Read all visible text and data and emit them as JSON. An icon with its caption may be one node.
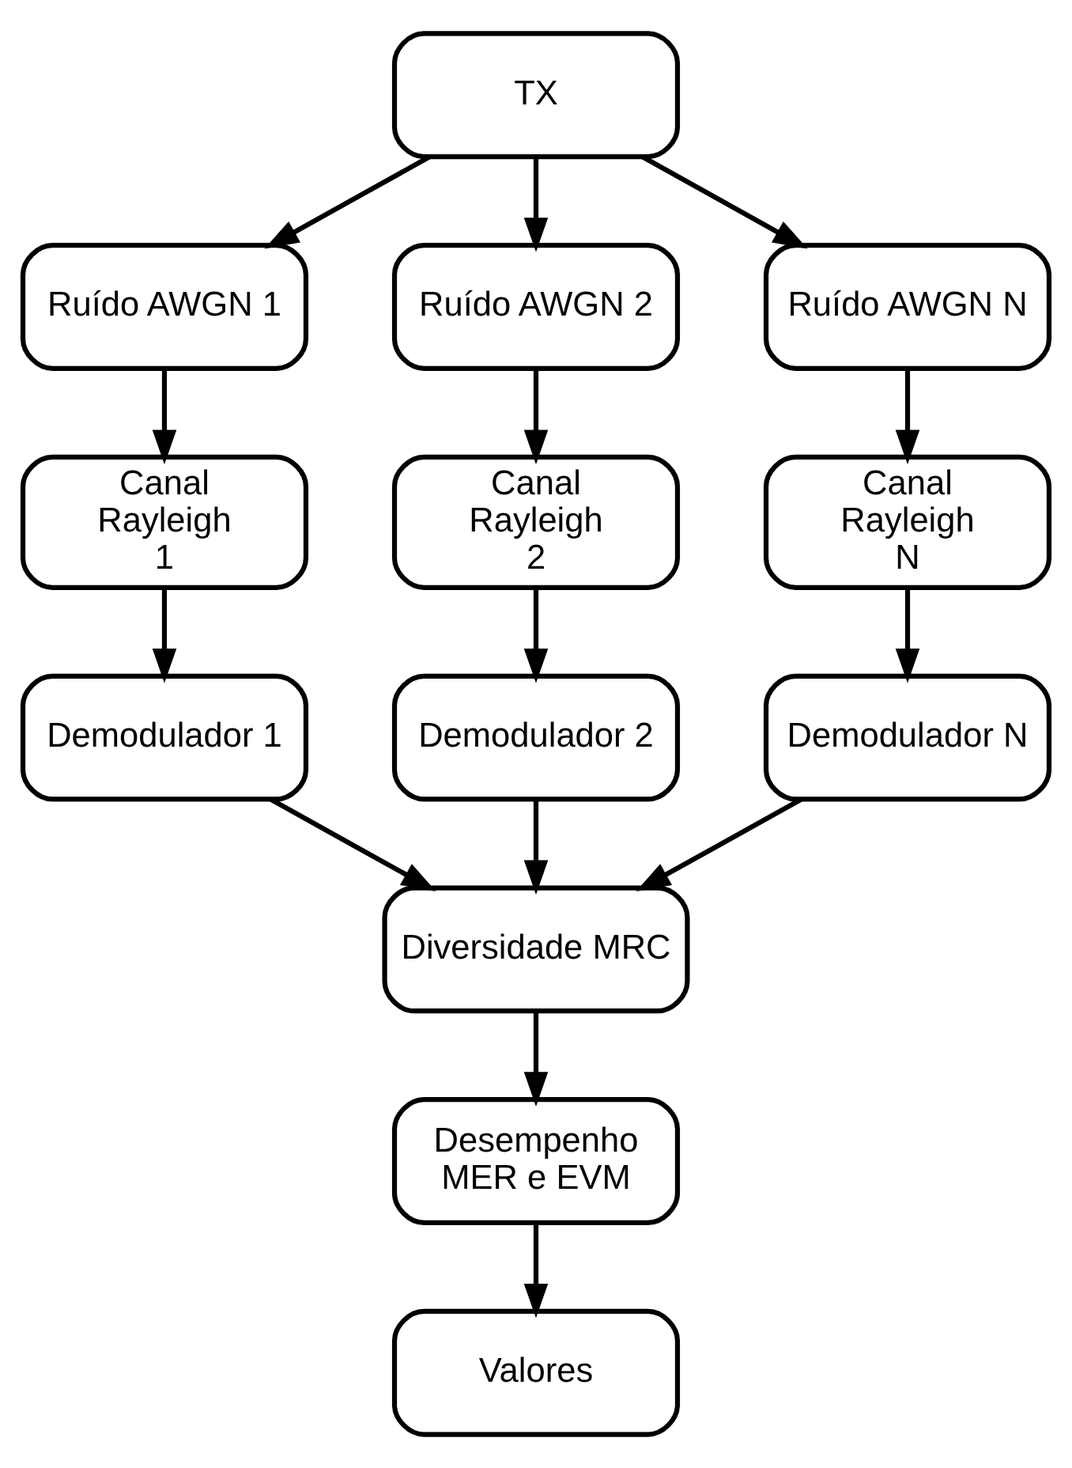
{
  "diagram": {
    "nodes": [
      {
        "text": [
          "TX"
        ]
      },
      {
        "text": [
          "Ruído AWGN 1"
        ]
      },
      {
        "text": [
          "Ruído AWGN 2"
        ]
      },
      {
        "text": [
          "Ruído AWGN N"
        ]
      },
      {
        "text": [
          "Canal Rayleigh 1"
        ]
      },
      {
        "text": [
          "Canal Rayleigh 2"
        ]
      },
      {
        "text": [
          "Canal Rayleigh N"
        ]
      },
      {
        "text": [
          "Demodulador 1"
        ]
      },
      {
        "text": [
          "Demodulador 2"
        ]
      },
      {
        "text": [
          "Demodulador N"
        ]
      },
      {
        "text": [
          "Diversidade MRC"
        ]
      },
      {
        "text": [
          "Desempenho MER e EVM"
        ]
      },
      {
        "text": [
          "Valores"
        ]
      }
    ],
    "edges": [
      {
        "from": 0,
        "to": 1,
        "arrow": "to"
      },
      {
        "from": 0,
        "to": 2,
        "arrow": "to"
      },
      {
        "from": 0,
        "to": 3,
        "arrow": "to"
      },
      {
        "from": 1,
        "to": 4,
        "arrow": "to"
      },
      {
        "from": 2,
        "to": 5,
        "arrow": "to"
      },
      {
        "from": 3,
        "to": 6,
        "arrow": "to"
      },
      {
        "from": 4,
        "to": 7,
        "arrow": "to"
      },
      {
        "from": 5,
        "to": 8,
        "arrow": "to"
      },
      {
        "from": 6,
        "to": 9,
        "arrow": "to"
      },
      {
        "from": 7,
        "to": 10,
        "arrow": "to"
      },
      {
        "from": 8,
        "to": 10,
        "arrow": "to"
      },
      {
        "from": 9,
        "to": 10,
        "arrow": "to"
      },
      {
        "from": 10,
        "to": 11,
        "arrow": "to"
      },
      {
        "from": 11,
        "to": 12,
        "arrow": "to"
      }
    ]
  }
}
